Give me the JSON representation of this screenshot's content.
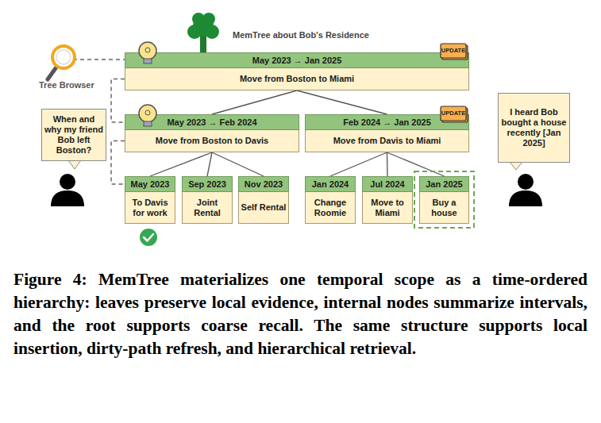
{
  "diagram": {
    "title": "MemTree about Bob's Residence",
    "caption": "Figure 4: MemTree materializes one temporal scope as a time-ordered hierarchy: leaves preserve local evidence, internal nodes summarize intervals, and the root supports coarse recall. The same structure supports local insertion, dirty-path refresh, and hierarchical retrieval.",
    "nodes": [
      {
        "text": [
          "May 2023 → Jan 2025",
          "Move from Boston to Miami"
        ]
      },
      {
        "text": [
          "May 2023 → Feb 2024",
          "Move from Boston to Davis"
        ]
      },
      {
        "text": [
          "Feb 2024 → Jan 2025",
          "Move from Davis to Miami"
        ]
      },
      {
        "text": [
          "May 2023",
          "To Davis for work"
        ]
      },
      {
        "text": [
          "Sep 2023",
          "Joint Rental"
        ]
      },
      {
        "text": [
          "Nov 2023",
          "Self Rental"
        ]
      },
      {
        "text": [
          "Jan 2024",
          "Change Roomie"
        ]
      },
      {
        "text": [
          "Jul 2024",
          "Move to Miami"
        ]
      },
      {
        "text": [
          "Jan 2025",
          "Buy a house"
        ]
      },
      {
        "text": [
          "When and why my friend Bob left Boston?"
        ]
      },
      {
        "text": [
          "I heard Bob bought a house recently [Jan 2025]"
        ]
      }
    ],
    "edges": [
      {
        "from": 0,
        "to": 1,
        "arrow": "none"
      },
      {
        "from": 0,
        "to": 2,
        "arrow": "none"
      },
      {
        "from": 1,
        "to": 3,
        "arrow": "none"
      },
      {
        "from": 1,
        "to": 4,
        "arrow": "none"
      },
      {
        "from": 1,
        "to": 5,
        "arrow": "none"
      },
      {
        "from": 2,
        "to": 6,
        "arrow": "none"
      },
      {
        "from": 2,
        "to": 7,
        "arrow": "none"
      },
      {
        "from": 2,
        "to": 8,
        "arrow": "none"
      },
      {
        "from": 0,
        "to": 1,
        "arrow": "none"
      },
      {
        "from": 1,
        "to": 3,
        "arrow": "none"
      }
    ],
    "labels": [
      "Tree Browser",
      "UPDATE",
      "UPDATE"
    ]
  }
}
